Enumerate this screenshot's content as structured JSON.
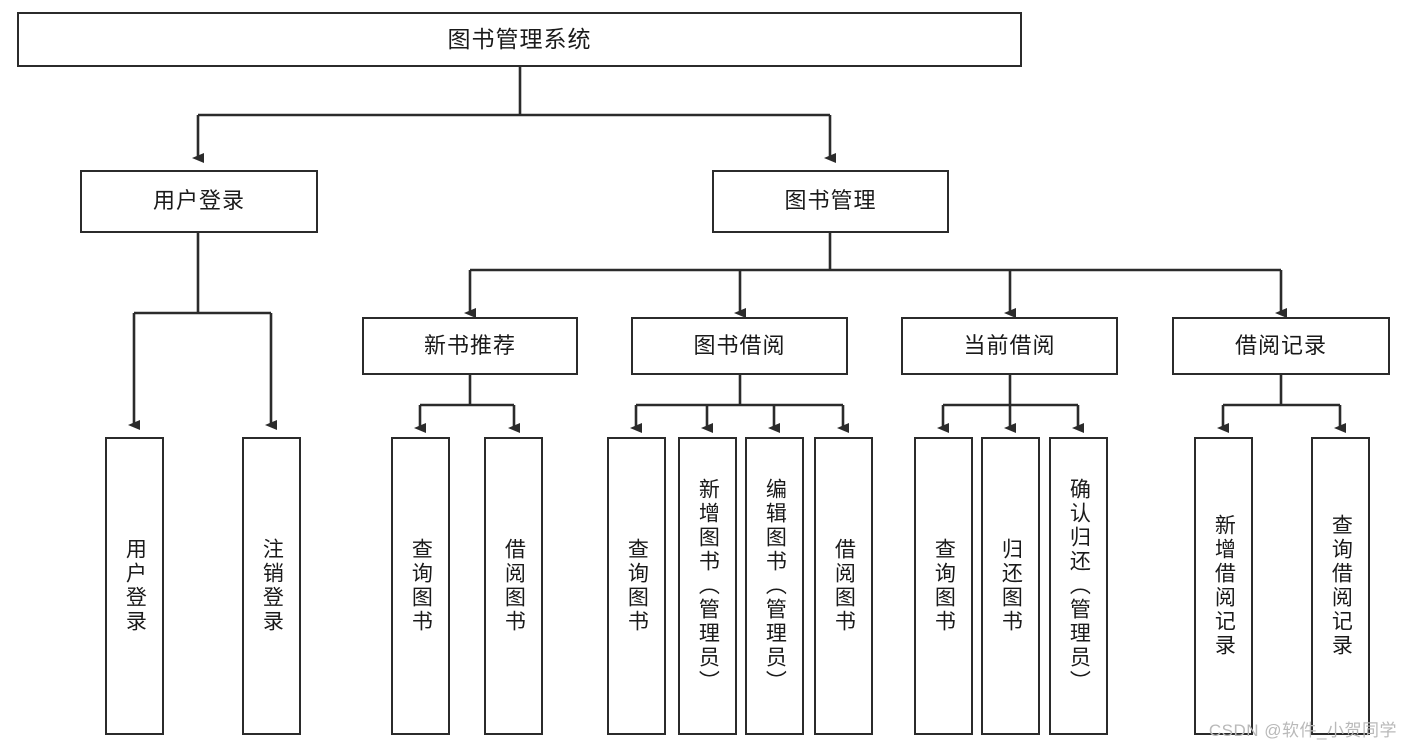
{
  "diagram": {
    "title": "图书管理系统",
    "watermark": "CSDN @软件_小贺同学",
    "colors": {
      "stroke": "#2b2b2b",
      "fill": "#ffffff",
      "text": "#1a1a1a",
      "watermark": "#b9b9b9"
    },
    "levels": {
      "root": {
        "label": "图书管理系统"
      },
      "level2": [
        {
          "label": "用户登录"
        },
        {
          "label": "图书管理"
        }
      ],
      "level3": [
        {
          "label": "新书推荐"
        },
        {
          "label": "图书借阅"
        },
        {
          "label": "当前借阅"
        },
        {
          "label": "借阅记录"
        }
      ],
      "leaves_user_login": [
        {
          "label": "用户登录"
        },
        {
          "label": "注销登录"
        }
      ],
      "leaves_new_books": [
        {
          "label": "查询图书"
        },
        {
          "label": "借阅图书"
        }
      ],
      "leaves_borrow": [
        {
          "label": "查询图书"
        },
        {
          "label": "新增图书（管理员）"
        },
        {
          "label": "编辑图书（管理员）"
        },
        {
          "label": "借阅图书"
        }
      ],
      "leaves_current": [
        {
          "label": "查询图书"
        },
        {
          "label": "归还图书"
        },
        {
          "label": "确认归还（管理员）"
        }
      ],
      "leaves_records": [
        {
          "label": "新增借阅记录"
        },
        {
          "label": "查询借阅记录"
        }
      ]
    }
  }
}
